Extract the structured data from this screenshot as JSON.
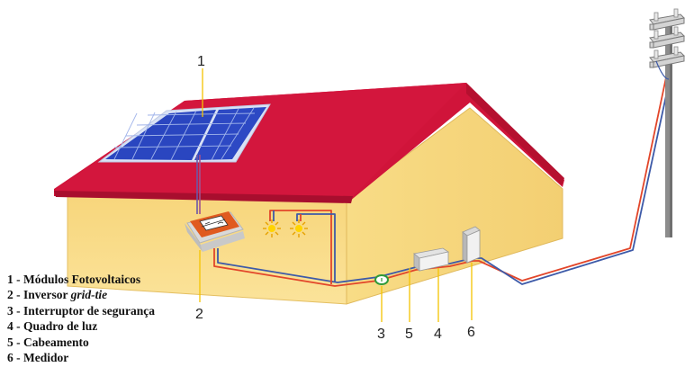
{
  "colors": {
    "roof": "#d0143a",
    "wall": "#f9dc84",
    "wall_shade": "#e8c46a",
    "callout_line": "#f5c400",
    "wire_red": "#e2462a",
    "wire_blue": "#3d5aa8",
    "panel": "#2740b8",
    "pole": "#8a8a8a"
  },
  "callouts": {
    "modules": "1",
    "inverter": "2",
    "breaker": "3",
    "panel_board": "4",
    "cabling": "5",
    "meter": "6"
  },
  "legend": [
    {
      "number": "1",
      "text": "Módulos Fotovoltaicos",
      "italic": ""
    },
    {
      "number": "2",
      "text": "Inversor ",
      "italic": "grid-tie"
    },
    {
      "number": "3",
      "text": "Interruptor de segurança",
      "italic": ""
    },
    {
      "number": "4",
      "text": "Quadro de luz",
      "italic": ""
    },
    {
      "number": "5",
      "text": "Cabeamento",
      "italic": ""
    },
    {
      "number": "6",
      "text": "Medidor",
      "italic": ""
    }
  ]
}
